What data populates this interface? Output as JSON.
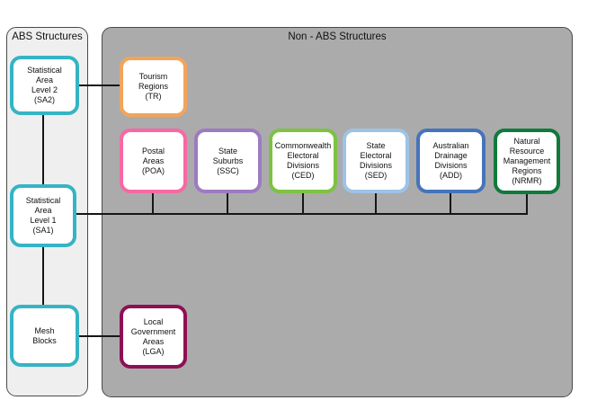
{
  "panels": {
    "abs": {
      "title": "ABS Structures"
    },
    "non_abs": {
      "title": "Non - ABS Structures"
    }
  },
  "abs_nodes": {
    "sa2": {
      "label": "Statistical\nArea\nLevel 2\n(SA2)",
      "border_color": "#35b4c4"
    },
    "sa1": {
      "label": "Statistical\nArea\nLevel 1\n(SA1)",
      "border_color": "#35b4c4"
    },
    "mesh": {
      "label": "Mesh\nBlocks",
      "border_color": "#35b4c4"
    }
  },
  "non_abs_nodes": {
    "tr": {
      "label": "Tourism\nRegions\n(TR)",
      "border_color": "#f3a45b"
    },
    "poa": {
      "label": "Postal\nAreas\n(POA)",
      "border_color": "#f768a4"
    },
    "ssc": {
      "label": "State\nSuburbs\n(SSC)",
      "border_color": "#9c7bc0"
    },
    "ced": {
      "label": "Commonwealth\nElectoral\nDivisions\n(CED)",
      "border_color": "#7dc242"
    },
    "sed": {
      "label": "State\nElectoral\nDivisions\n(SED)",
      "border_color": "#9dc3e6"
    },
    "add": {
      "label": "Australian\nDrainage\nDivisions\n(ADD)",
      "border_color": "#4574ba"
    },
    "nrmr": {
      "label": "Natural\nResource\nManagement\nRegions\n(NRMR)",
      "border_color": "#107a3c"
    },
    "lga": {
      "label": "Local\nGovernment\nAreas\n(LGA)",
      "border_color": "#8e1054"
    }
  },
  "colors": {
    "abs_panel_bg": "#efefef",
    "non_abs_panel_bg": "#ababab",
    "node_bg": "#ffffff",
    "connector": "#161616",
    "panel_border": "#4a4a4a"
  }
}
